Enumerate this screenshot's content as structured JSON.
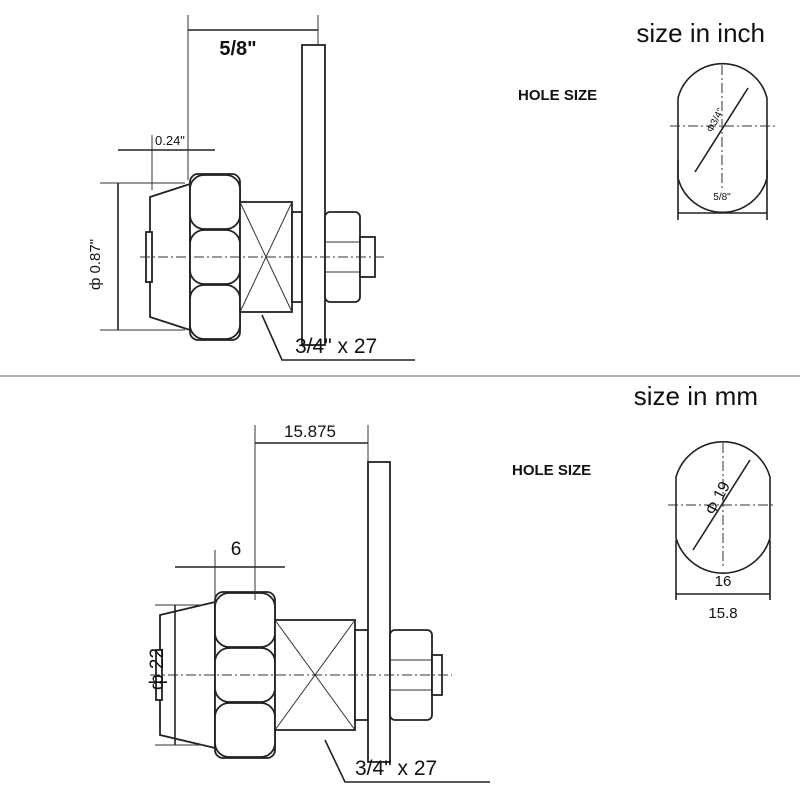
{
  "inch": {
    "title": "size in inch",
    "hole_size_label": "HOLE SIZE",
    "hole_diameter": "Φ3/4\"",
    "hole_flat": "5/8\"",
    "dim_plate": "5/8\"",
    "dim_cap": "0.24\"",
    "dim_diameter": "ф 0.87\"",
    "thread": "3/4\"  x 27"
  },
  "mm": {
    "title": "size in mm",
    "hole_size_label": "HOLE SIZE",
    "hole_diameter": "Φ 19",
    "hole_flat": "16",
    "hole_flat_2": "15.8",
    "dim_plate": "15.875",
    "dim_cap": "6",
    "dim_diameter": "ф 22",
    "thread": "3/4\"  x 27"
  }
}
